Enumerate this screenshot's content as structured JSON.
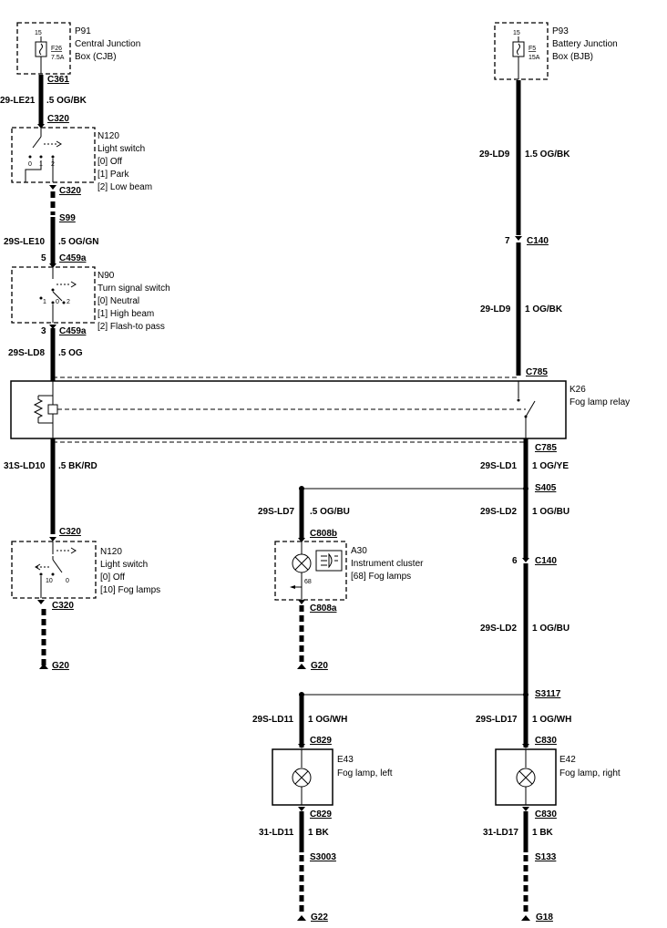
{
  "components": {
    "p91": {
      "id": "P91",
      "line1": "Central Junction",
      "line2": "Box (CJB)",
      "pin": "15",
      "fuse": "F26",
      "rating": "7.5A"
    },
    "p93": {
      "id": "P93",
      "line1": "Battery Junction",
      "line2": "Box (BJB)",
      "pin": "15",
      "fuse": "F5",
      "rating": "15A"
    },
    "n120a": {
      "id": "N120",
      "name": "Light switch",
      "states": [
        "[0] Off",
        "[1] Park",
        "[2] Low beam"
      ],
      "pos": [
        "0",
        "1",
        "2"
      ]
    },
    "n90": {
      "id": "N90",
      "name": "Turn signal switch",
      "states": [
        "[0] Neutral",
        "[1] High beam",
        "[2] Flash-to pass"
      ],
      "pos": [
        "1",
        "0",
        "2"
      ]
    },
    "k26": {
      "id": "K26",
      "name": "Fog lamp relay"
    },
    "n120b": {
      "id": "N120",
      "name": "Light switch",
      "states": [
        "[0] Off",
        "[10] Fog lamps"
      ],
      "pos": [
        "10",
        "0"
      ]
    },
    "a30": {
      "id": "A30",
      "name": "Instrument cluster",
      "state": "[68] Fog lamps",
      "pin": "68"
    },
    "e43": {
      "id": "E43",
      "name": "Fog lamp, left"
    },
    "e42": {
      "id": "E42",
      "name": "Fog lamp, right"
    }
  },
  "connectors": {
    "c361": "C361",
    "c320_1": "C320",
    "c320_2": "C320",
    "s99": "S99",
    "c459a_1": "C459a",
    "c459a_2": "C459a",
    "c140_1": "C140",
    "c785_1": "C785",
    "c785_2": "C785",
    "s405": "S405",
    "c320_3": "C320",
    "c320_4": "C320",
    "c808b": "C808b",
    "c808a": "C808a",
    "c140_2": "C140",
    "s3117": "S3117",
    "c829_1": "C829",
    "c829_2": "C829",
    "c830_1": "C830",
    "c830_2": "C830",
    "s3003": "S3003",
    "s133": "S133"
  },
  "pins": {
    "p5": "5",
    "p3": "3",
    "p7": "7",
    "p6": "6"
  },
  "grounds": {
    "g20a": "G20",
    "g20b": "G20",
    "g22": "G22",
    "g18": "G18"
  },
  "wires": [
    {
      "circuit": "29-LE21",
      "spec": ".5 OG/BK"
    },
    {
      "circuit": "29S-LE10",
      "spec": ".5 OG/GN"
    },
    {
      "circuit": "29S-LD8",
      "spec": ".5 OG"
    },
    {
      "circuit": "29-LD9",
      "spec": "1.5 OG/BK"
    },
    {
      "circuit": "29-LD9",
      "spec": "1 OG/BK"
    },
    {
      "circuit": "31S-LD10",
      "spec": ".5 BK/RD"
    },
    {
      "circuit": "29S-LD1",
      "spec": "1 OG/YE"
    },
    {
      "circuit": "29S-LD7",
      "spec": ".5 OG/BU"
    },
    {
      "circuit": "29S-LD2",
      "spec": "1 OG/BU"
    },
    {
      "circuit": "29S-LD2",
      "spec": "1 OG/BU"
    },
    {
      "circuit": "29S-LD11",
      "spec": "1 OG/WH"
    },
    {
      "circuit": "29S-LD17",
      "spec": "1 OG/WH"
    },
    {
      "circuit": "31-LD11",
      "spec": "1 BK"
    },
    {
      "circuit": "31-LD17",
      "spec": "1 BK"
    }
  ]
}
